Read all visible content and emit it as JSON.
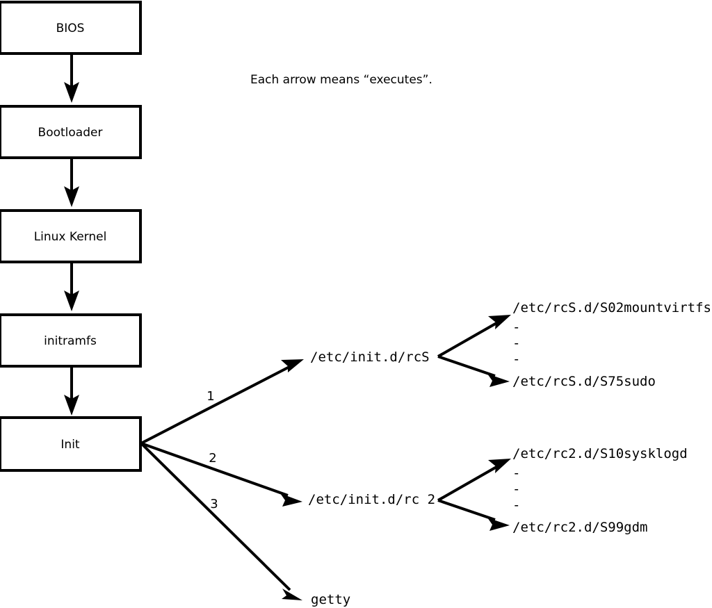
{
  "diagram": {
    "title_note": "Each arrow means “executes”.",
    "boot_chain": [
      {
        "id": "bios",
        "label": "BIOS"
      },
      {
        "id": "bootloader",
        "label": "Bootloader"
      },
      {
        "id": "kernel",
        "label": "Linux Kernel"
      },
      {
        "id": "initramfs",
        "label": "initramfs"
      },
      {
        "id": "init",
        "label": "Init"
      }
    ],
    "init_branches": [
      {
        "number": "1",
        "target": "/etc/init.d/rcS"
      },
      {
        "number": "2",
        "target": "/etc/init.d/rc 2"
      },
      {
        "number": "3",
        "target": "getty"
      }
    ],
    "rcs_scripts": {
      "first": "/etc/rcS.d/S02mountvirtfs",
      "ellipsis": [
        "-",
        "-",
        "-"
      ],
      "last": "/etc/rcS.d/S75sudo"
    },
    "rc2_scripts": {
      "first": "/etc/rc2.d/S10sysklogd",
      "ellipsis": [
        "-",
        "-",
        "-"
      ],
      "last": "/etc/rc2.d/S99gdm"
    },
    "colors": {
      "stroke": "#000000",
      "fill": "#ffffff",
      "text": "#000000"
    }
  }
}
